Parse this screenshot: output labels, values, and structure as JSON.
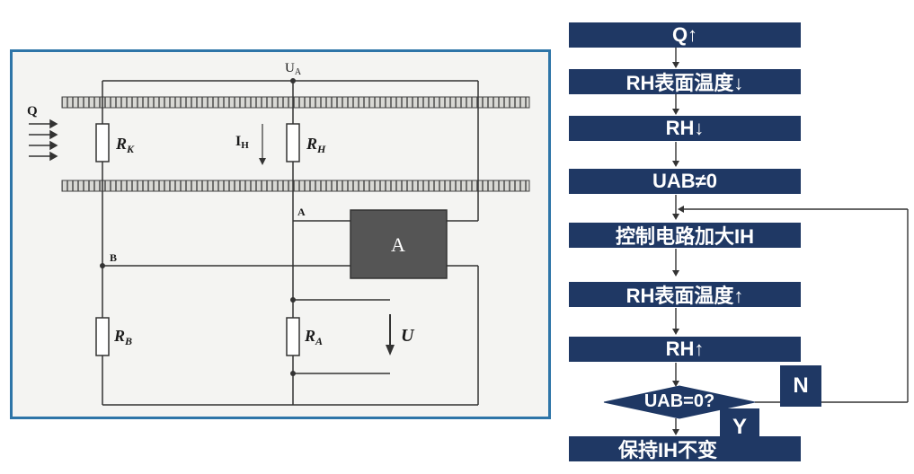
{
  "circuit": {
    "label_ua": "U",
    "label_ua_sub": "A",
    "label_q": "Q",
    "label_ih": "I",
    "label_ih_sub": "H",
    "label_rk": "R",
    "label_rk_sub": "K",
    "label_rh": "R",
    "label_rh_sub": "H",
    "label_rb": "R",
    "label_rb_sub": "B",
    "label_ra": "R",
    "label_ra_sub": "A",
    "label_a_node": "A",
    "label_b_node": "B",
    "label_amp": "A",
    "label_u": "U"
  },
  "flow": {
    "step1": "Q↑",
    "step2": "RH表面温度↓",
    "step3": "RH↓",
    "step4": "UAB≠0",
    "step5": "控制电路加大IH",
    "step6": "RH表面温度↑",
    "step7": "RH↑",
    "decision": "UAB=0?",
    "step8": "保持IH不变",
    "no_label": "N",
    "yes_label": "Y"
  },
  "colors": {
    "box": "#1f3864",
    "frame": "#2e75a8"
  }
}
